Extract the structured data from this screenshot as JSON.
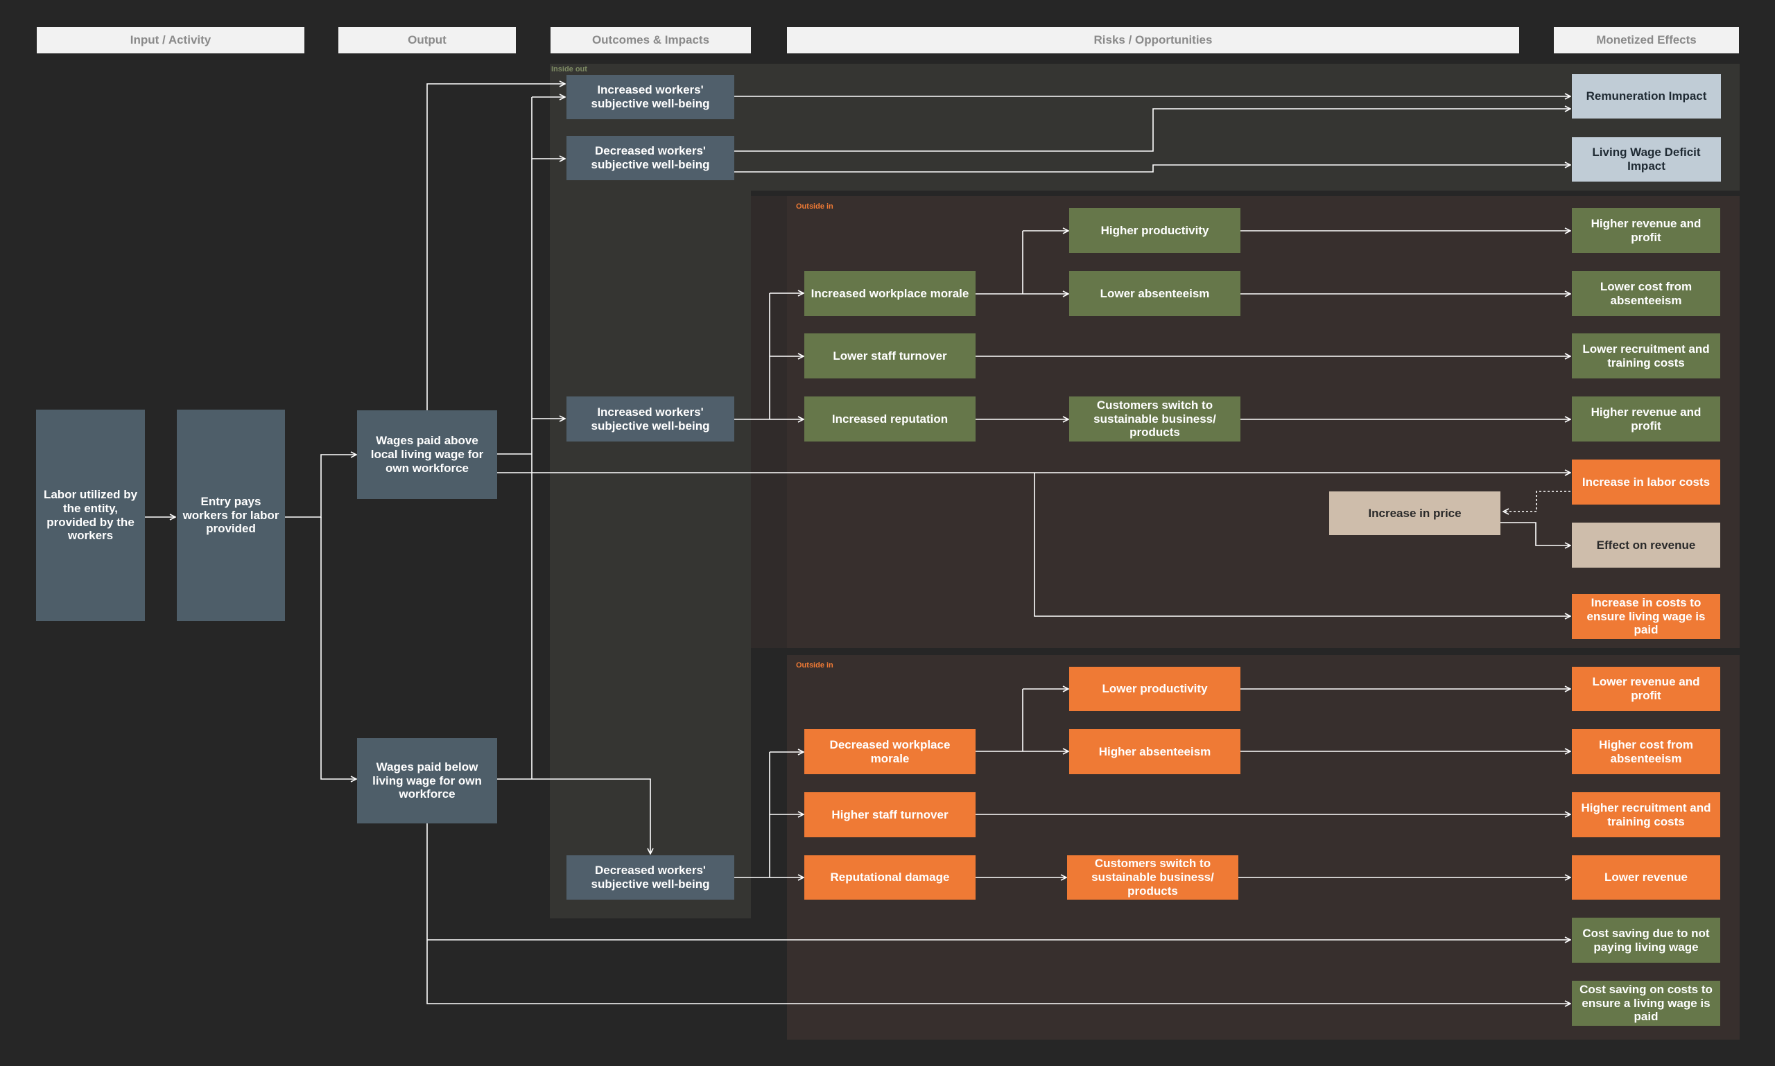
{
  "headers": {
    "input": "Input / Activity",
    "output": "Output",
    "outcomes": "Outcomes & Impacts",
    "risks": "Risks / Opportunities",
    "monetized": "Monetized Effects"
  },
  "region_labels": {
    "inside_out": "Inside out",
    "outside_in_top": "Outside in",
    "outside_in_bottom": "Outside in"
  },
  "nodes": {
    "labor": "Labor utilized by the entity, provided by the workers",
    "entity_pays": "Entry pays workers for labor provided",
    "wages_above": "Wages paid above local living wage for own workforce",
    "wages_below": "Wages paid below living wage for own workforce",
    "inc_wellbeing_1": "Increased workers' subjective well-being",
    "dec_wellbeing_1": "Decreased workers' subjective well-being",
    "inc_wellbeing_2": "Increased workers' subjective well-being",
    "dec_wellbeing_2": "Decreased workers' subjective well-being",
    "inc_morale": "Increased workplace morale",
    "lower_turnover": "Lower staff turnover",
    "inc_reputation": "Increased reputation",
    "higher_productivity": "Higher productivity",
    "lower_absenteeism": "Lower absenteeism",
    "customers_switch_1": "Customers switch to sustainable business/ products",
    "increase_price": "Increase in price",
    "dec_morale": "Decreased workplace morale",
    "higher_turnover": "Higher staff turnover",
    "rep_damage": "Reputational damage",
    "lower_productivity": "Lower productivity",
    "higher_absenteeism": "Higher absenteeism",
    "customers_switch_2": "Customers switch to sustainable business/ products",
    "remuneration": "Remuneration Impact",
    "living_wage_deficit": "Living Wage Deficit Impact",
    "higher_rev_1": "Higher revenue and profit",
    "lower_cost_abs": "Lower cost from absenteeism",
    "lower_recruit": "Lower recruitment and training costs",
    "higher_rev_2": "Higher revenue and profit",
    "inc_labor_costs": "Increase in labor costs",
    "effect_revenue": "Effect on revenue",
    "inc_costs_living": "Increase in costs to ensure living wage is paid",
    "lower_rev_profit": "Lower revenue and profit",
    "higher_cost_abs": "Higher cost from absenteeism",
    "higher_recruit": "Higher recruitment and training costs",
    "lower_revenue": "Lower revenue",
    "cost_saving_1": "Cost saving due to not paying living wage",
    "cost_saving_2": "Cost saving on costs to ensure a living wage is paid"
  },
  "colors": {
    "background": "#262626",
    "slate": "#4e5e69",
    "green": "#66774a",
    "orange": "#ef7a35",
    "pale_blue": "#c0ccd6",
    "beige": "#cebdab",
    "inside_out_label": "#7d8a63",
    "outside_in_label": "#ef7a35"
  }
}
